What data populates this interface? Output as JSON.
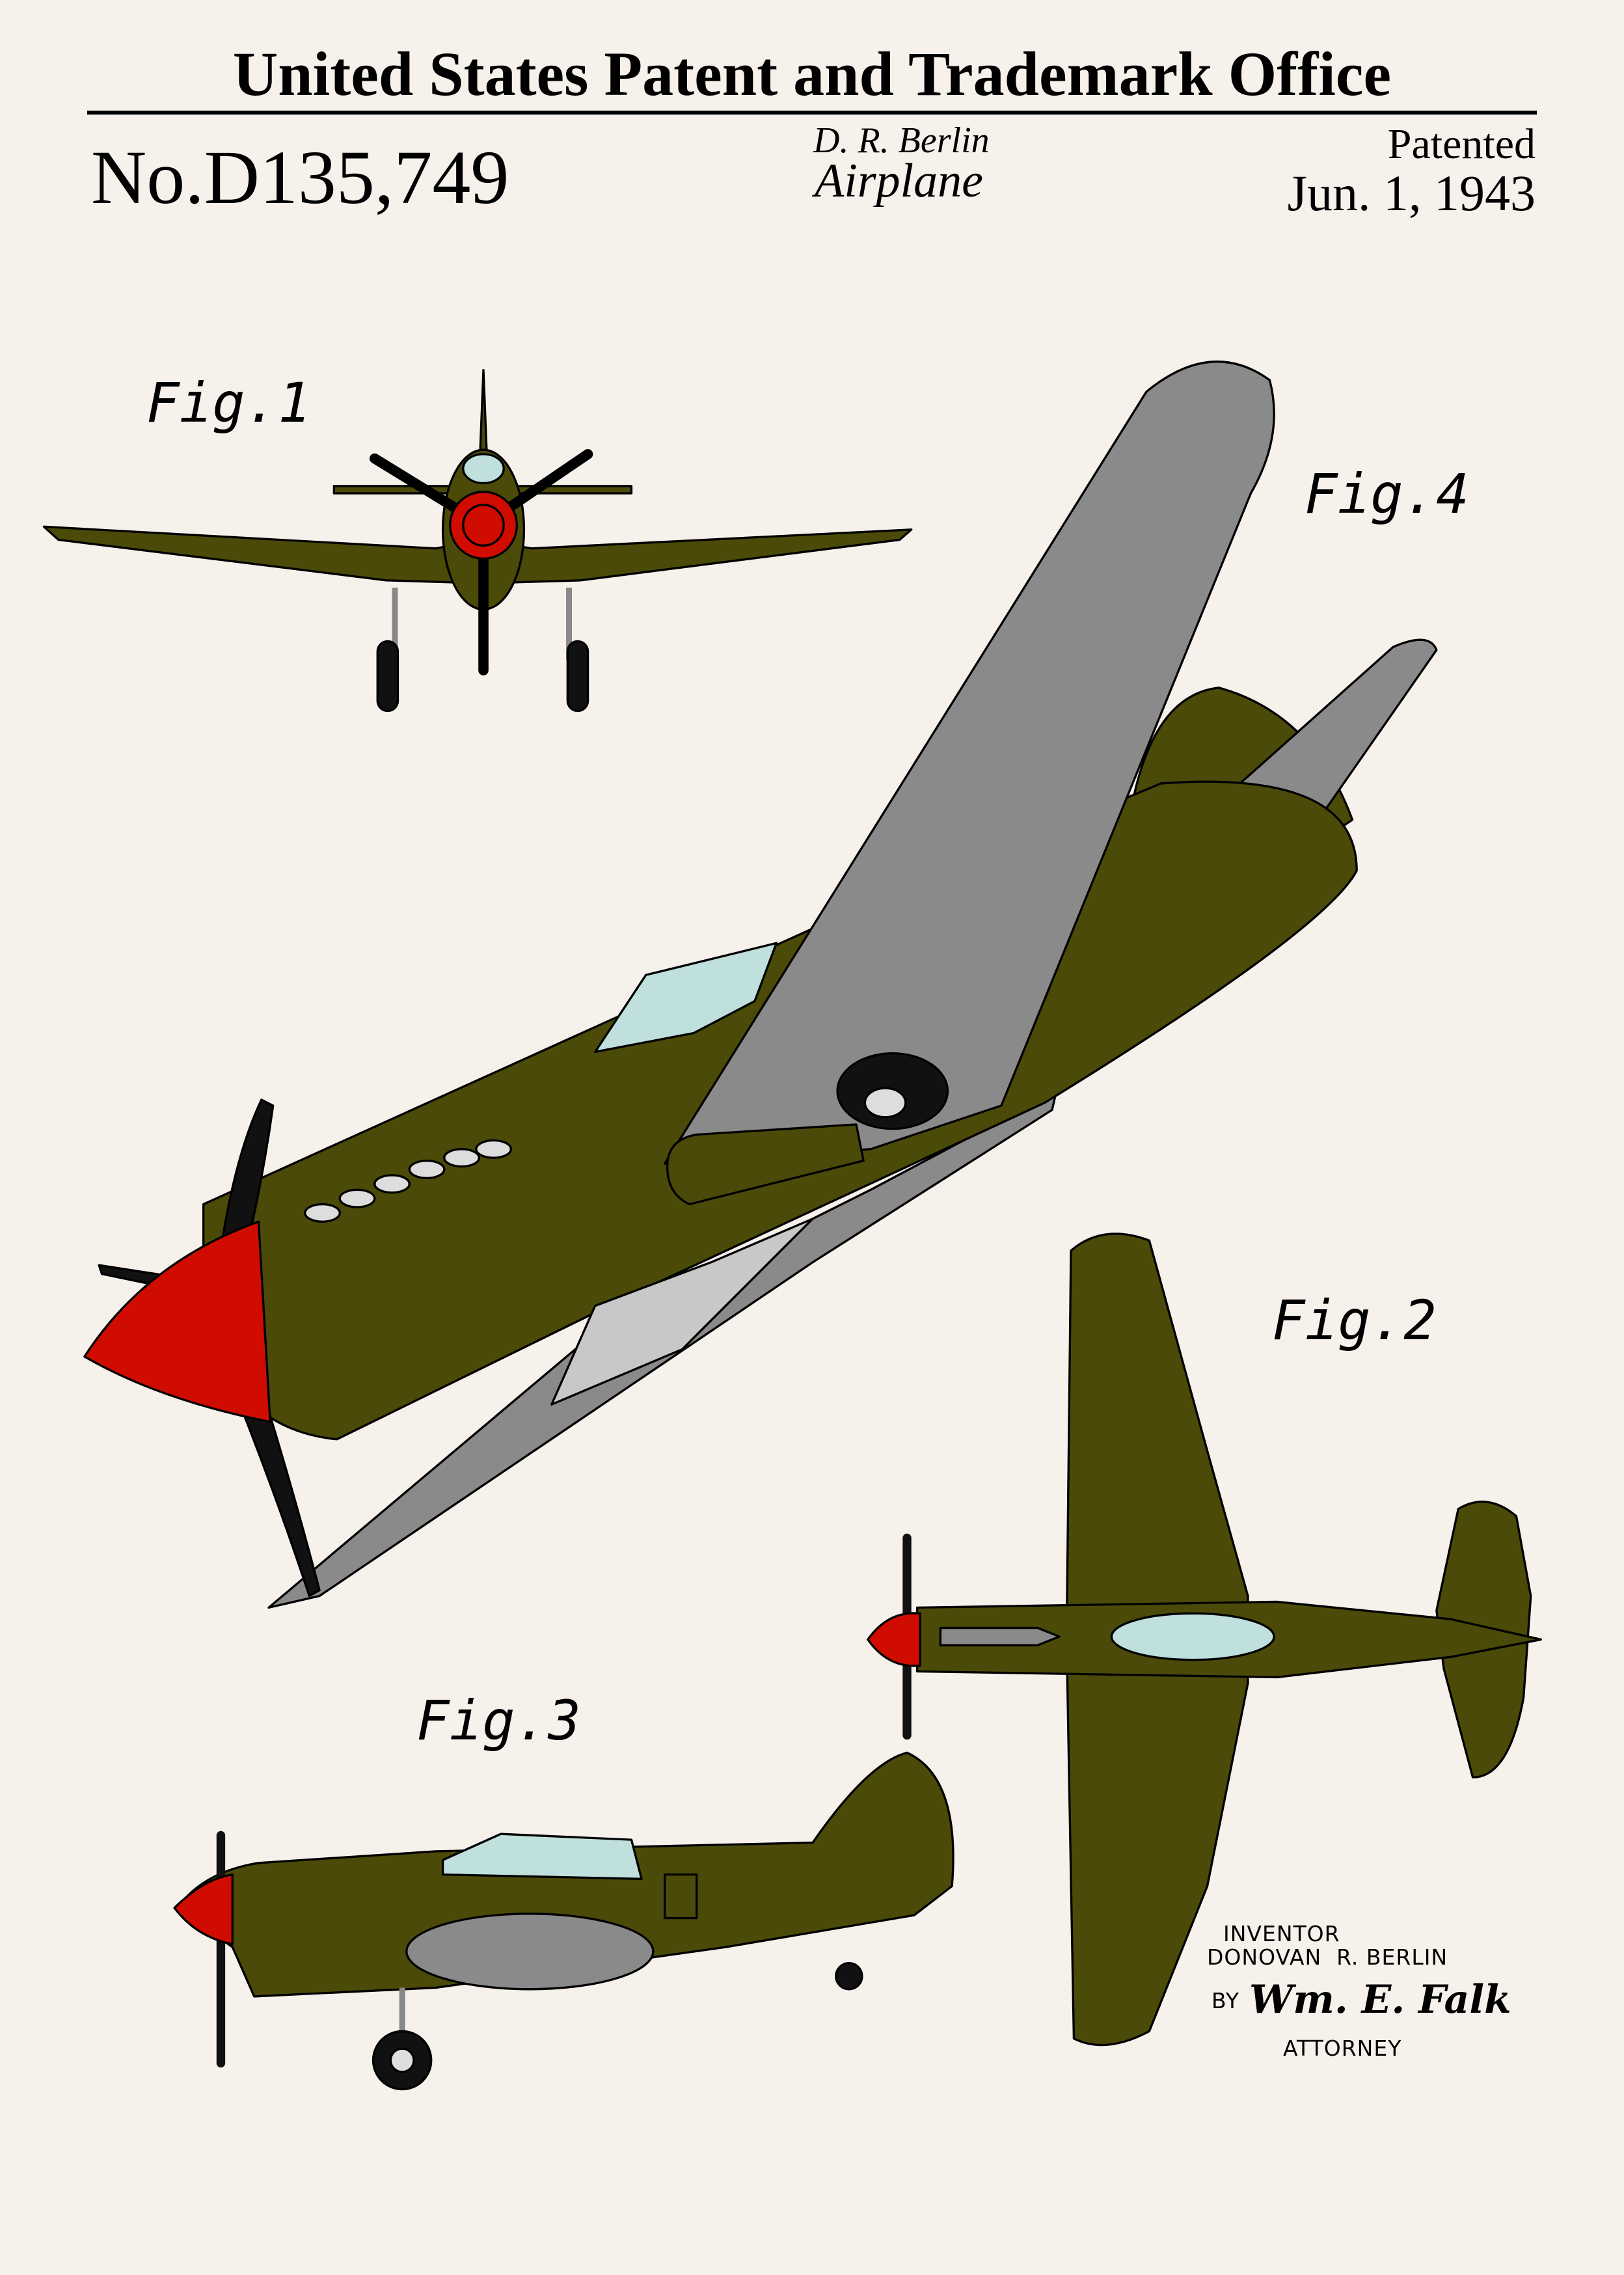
{
  "header": {
    "title": "United States Patent and Trademark Office",
    "patent_number": "No.D135,749",
    "inventor_short": "D. R. Berlin",
    "invention_title": "Airplane",
    "patented_label": "Patented",
    "patent_date": "Jun. 1, 1943"
  },
  "figures": {
    "fig1": "Fig.1",
    "fig2": "Fig.2",
    "fig3": "Fig.3",
    "fig4": "Fig.4"
  },
  "signature_block": {
    "inventor_label": "INVENTOR",
    "inventor_name": "DONOVAN  R. BERLIN",
    "by_label": "BY",
    "signature": "Wm. E. Falk",
    "attorney_label": "ATTORNEY"
  },
  "colors": {
    "background": "#f6f1ea",
    "olive": "#4b4a08",
    "gray": "#8a8a8a",
    "red": "#d00c00",
    "canopy": "#bfe0dc"
  }
}
